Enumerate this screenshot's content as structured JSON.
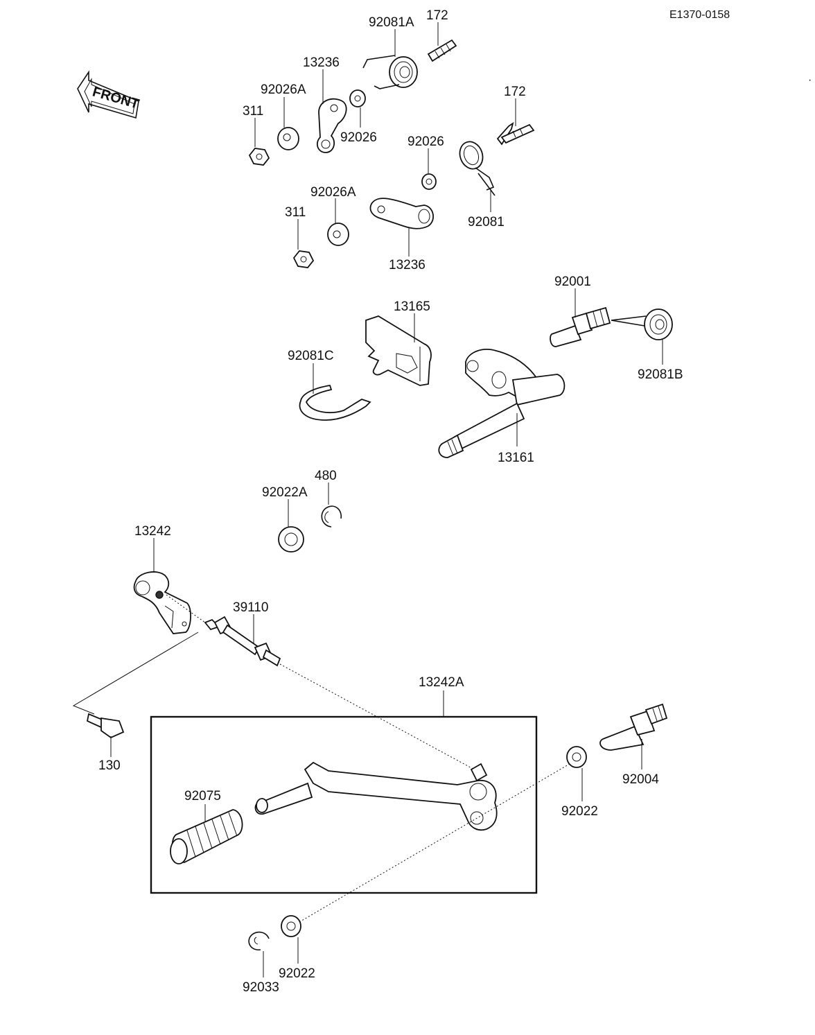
{
  "header": {
    "code": "E1370-0158"
  },
  "front_label": "FRONT",
  "parts": [
    {
      "id": "p-92081a",
      "label": "92081A"
    },
    {
      "id": "p-172-top",
      "label": "172"
    },
    {
      "id": "p-13236-top",
      "label": "13236"
    },
    {
      "id": "p-92026a-top",
      "label": "92026A"
    },
    {
      "id": "p-311-top",
      "label": "311"
    },
    {
      "id": "p-92026-left",
      "label": "92026"
    },
    {
      "id": "p-172-right",
      "label": "172"
    },
    {
      "id": "p-92026-right",
      "label": "92026"
    },
    {
      "id": "p-92026a-mid",
      "label": "92026A"
    },
    {
      "id": "p-311-mid",
      "label": "311"
    },
    {
      "id": "p-92081",
      "label": "92081"
    },
    {
      "id": "p-13236-mid",
      "label": "13236"
    },
    {
      "id": "p-92001",
      "label": "92001"
    },
    {
      "id": "p-13165",
      "label": "13165"
    },
    {
      "id": "p-92081c",
      "label": "92081C"
    },
    {
      "id": "p-92081b",
      "label": "92081B"
    },
    {
      "id": "p-13161",
      "label": "13161"
    },
    {
      "id": "p-480",
      "label": "480"
    },
    {
      "id": "p-92022a",
      "label": "92022A"
    },
    {
      "id": "p-13242",
      "label": "13242"
    },
    {
      "id": "p-39110",
      "label": "39110"
    },
    {
      "id": "p-13242a",
      "label": "13242A"
    },
    {
      "id": "p-130",
      "label": "130"
    },
    {
      "id": "p-92004",
      "label": "92004"
    },
    {
      "id": "p-92075",
      "label": "92075"
    },
    {
      "id": "p-92022-right",
      "label": "92022"
    },
    {
      "id": "p-92022-bottom",
      "label": "92022"
    },
    {
      "id": "p-92033",
      "label": "92033"
    }
  ]
}
